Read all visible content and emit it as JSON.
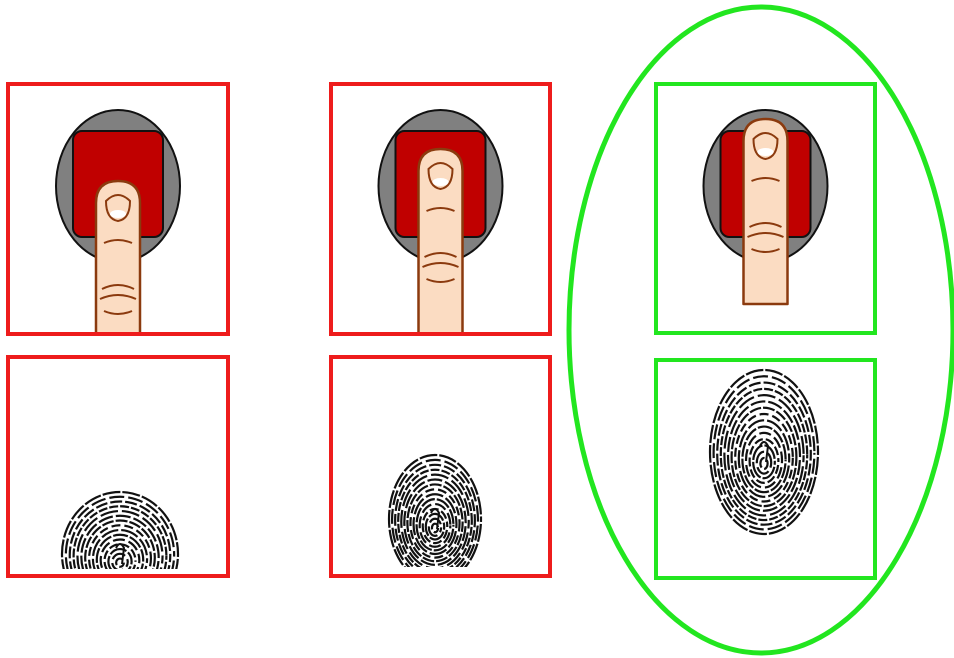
{
  "colors": {
    "incorrect_border": "#ee1c1c",
    "correct_border": "#22e61f",
    "highlight_ellipse": "#22e61f",
    "sensor_body": "#808080",
    "sensor_pad": "#c00000",
    "finger_skin": "#fbdcc2",
    "finger_outline": "#8b3a0e",
    "fingerprint_ink": "#111111"
  },
  "columns": [
    {
      "placement": "finger-too-low",
      "verdict": "incorrect",
      "fingerprint_coverage": "bottom-cropped"
    },
    {
      "placement": "finger-partially-on-sensor",
      "verdict": "incorrect",
      "fingerprint_coverage": "lower-partial"
    },
    {
      "placement": "finger-covering-sensor",
      "verdict": "correct",
      "fingerprint_coverage": "full"
    }
  ],
  "icons": [
    "fingerprint-sensor-icon",
    "finger-icon",
    "fingerprint-icon"
  ]
}
